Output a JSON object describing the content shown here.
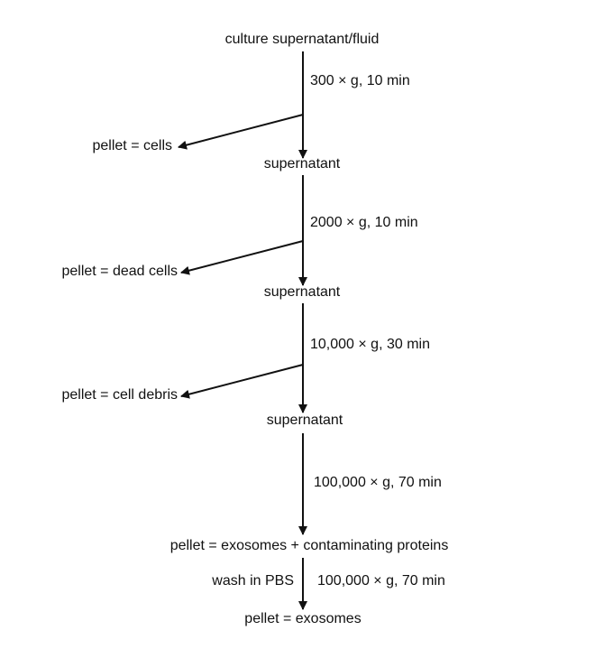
{
  "flow": {
    "start": "culture supernatant/fluid",
    "supernatant_1": "supernatant",
    "supernatant_2": "supernatant",
    "supernatant_3": "supernatant",
    "step_1": "300 × g, 10 min",
    "step_2": "2000 × g, 10 min",
    "step_3": "10,000 × g, 30 min",
    "step_4": "100,000 × g, 70 min",
    "step_5": "100,000 × g, 70 min",
    "pellet_1": "pellet = cells",
    "pellet_2": "pellet = dead cells",
    "pellet_3": "pellet = cell debris",
    "pellet_4": "pellet = exosomes + contaminating proteins",
    "wash": "wash in PBS",
    "final": "pellet = exosomes"
  },
  "colors": {
    "ink": "#111111",
    "background": "#ffffff"
  }
}
